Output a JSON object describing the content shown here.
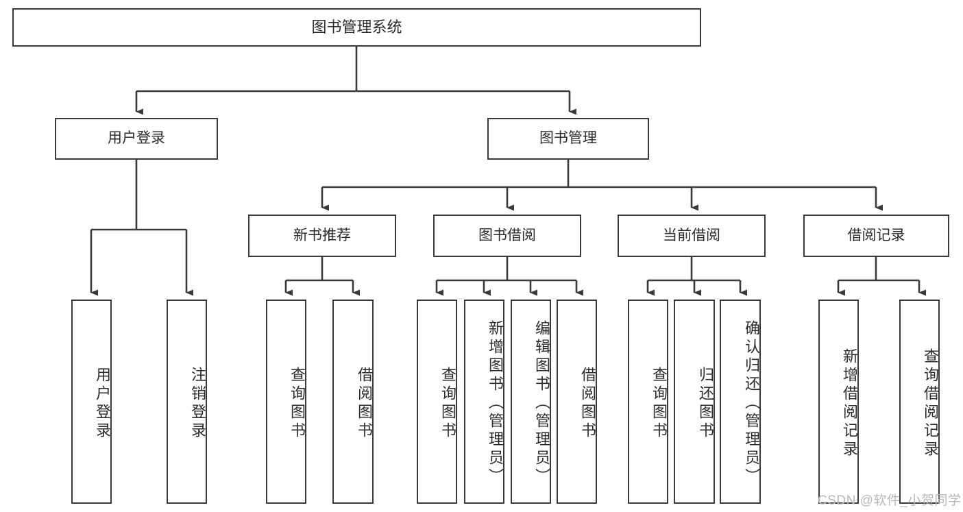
{
  "diagram": {
    "type": "tree",
    "title": "图书管理系统",
    "watermark": "CSDN @软件_小贺同学",
    "colors": {
      "box_border": "#3a3a3a",
      "box_fill": "#ffffff",
      "connector": "#3a3a3a",
      "text": "#2b2b2b",
      "watermark": "#b9b9b9"
    },
    "nodes": {
      "root": {
        "label": "图书管理系统"
      },
      "l1": [
        {
          "label": "用户登录"
        },
        {
          "label": "图书管理"
        }
      ],
      "l2": [
        {
          "label": "新书推荐"
        },
        {
          "label": "图书借阅"
        },
        {
          "label": "当前借阅"
        },
        {
          "label": "借阅记录"
        }
      ],
      "leaves_user_login": [
        {
          "label": "用户登录"
        },
        {
          "label": "注销登录"
        }
      ],
      "leaves_new_book": [
        {
          "label": "查询图书"
        },
        {
          "label": "借阅图书"
        }
      ],
      "leaves_borrow": [
        {
          "label": "查询图书"
        },
        {
          "label": "新增图书（管理员）"
        },
        {
          "label": "编辑图书（管理员）"
        },
        {
          "label": "借阅图书"
        }
      ],
      "leaves_current": [
        {
          "label": "查询图书"
        },
        {
          "label": "归还图书"
        },
        {
          "label": "确认归还（管理员）"
        }
      ],
      "leaves_records": [
        {
          "label": "新增借阅记录"
        },
        {
          "label": "查询借阅记录"
        }
      ]
    }
  }
}
